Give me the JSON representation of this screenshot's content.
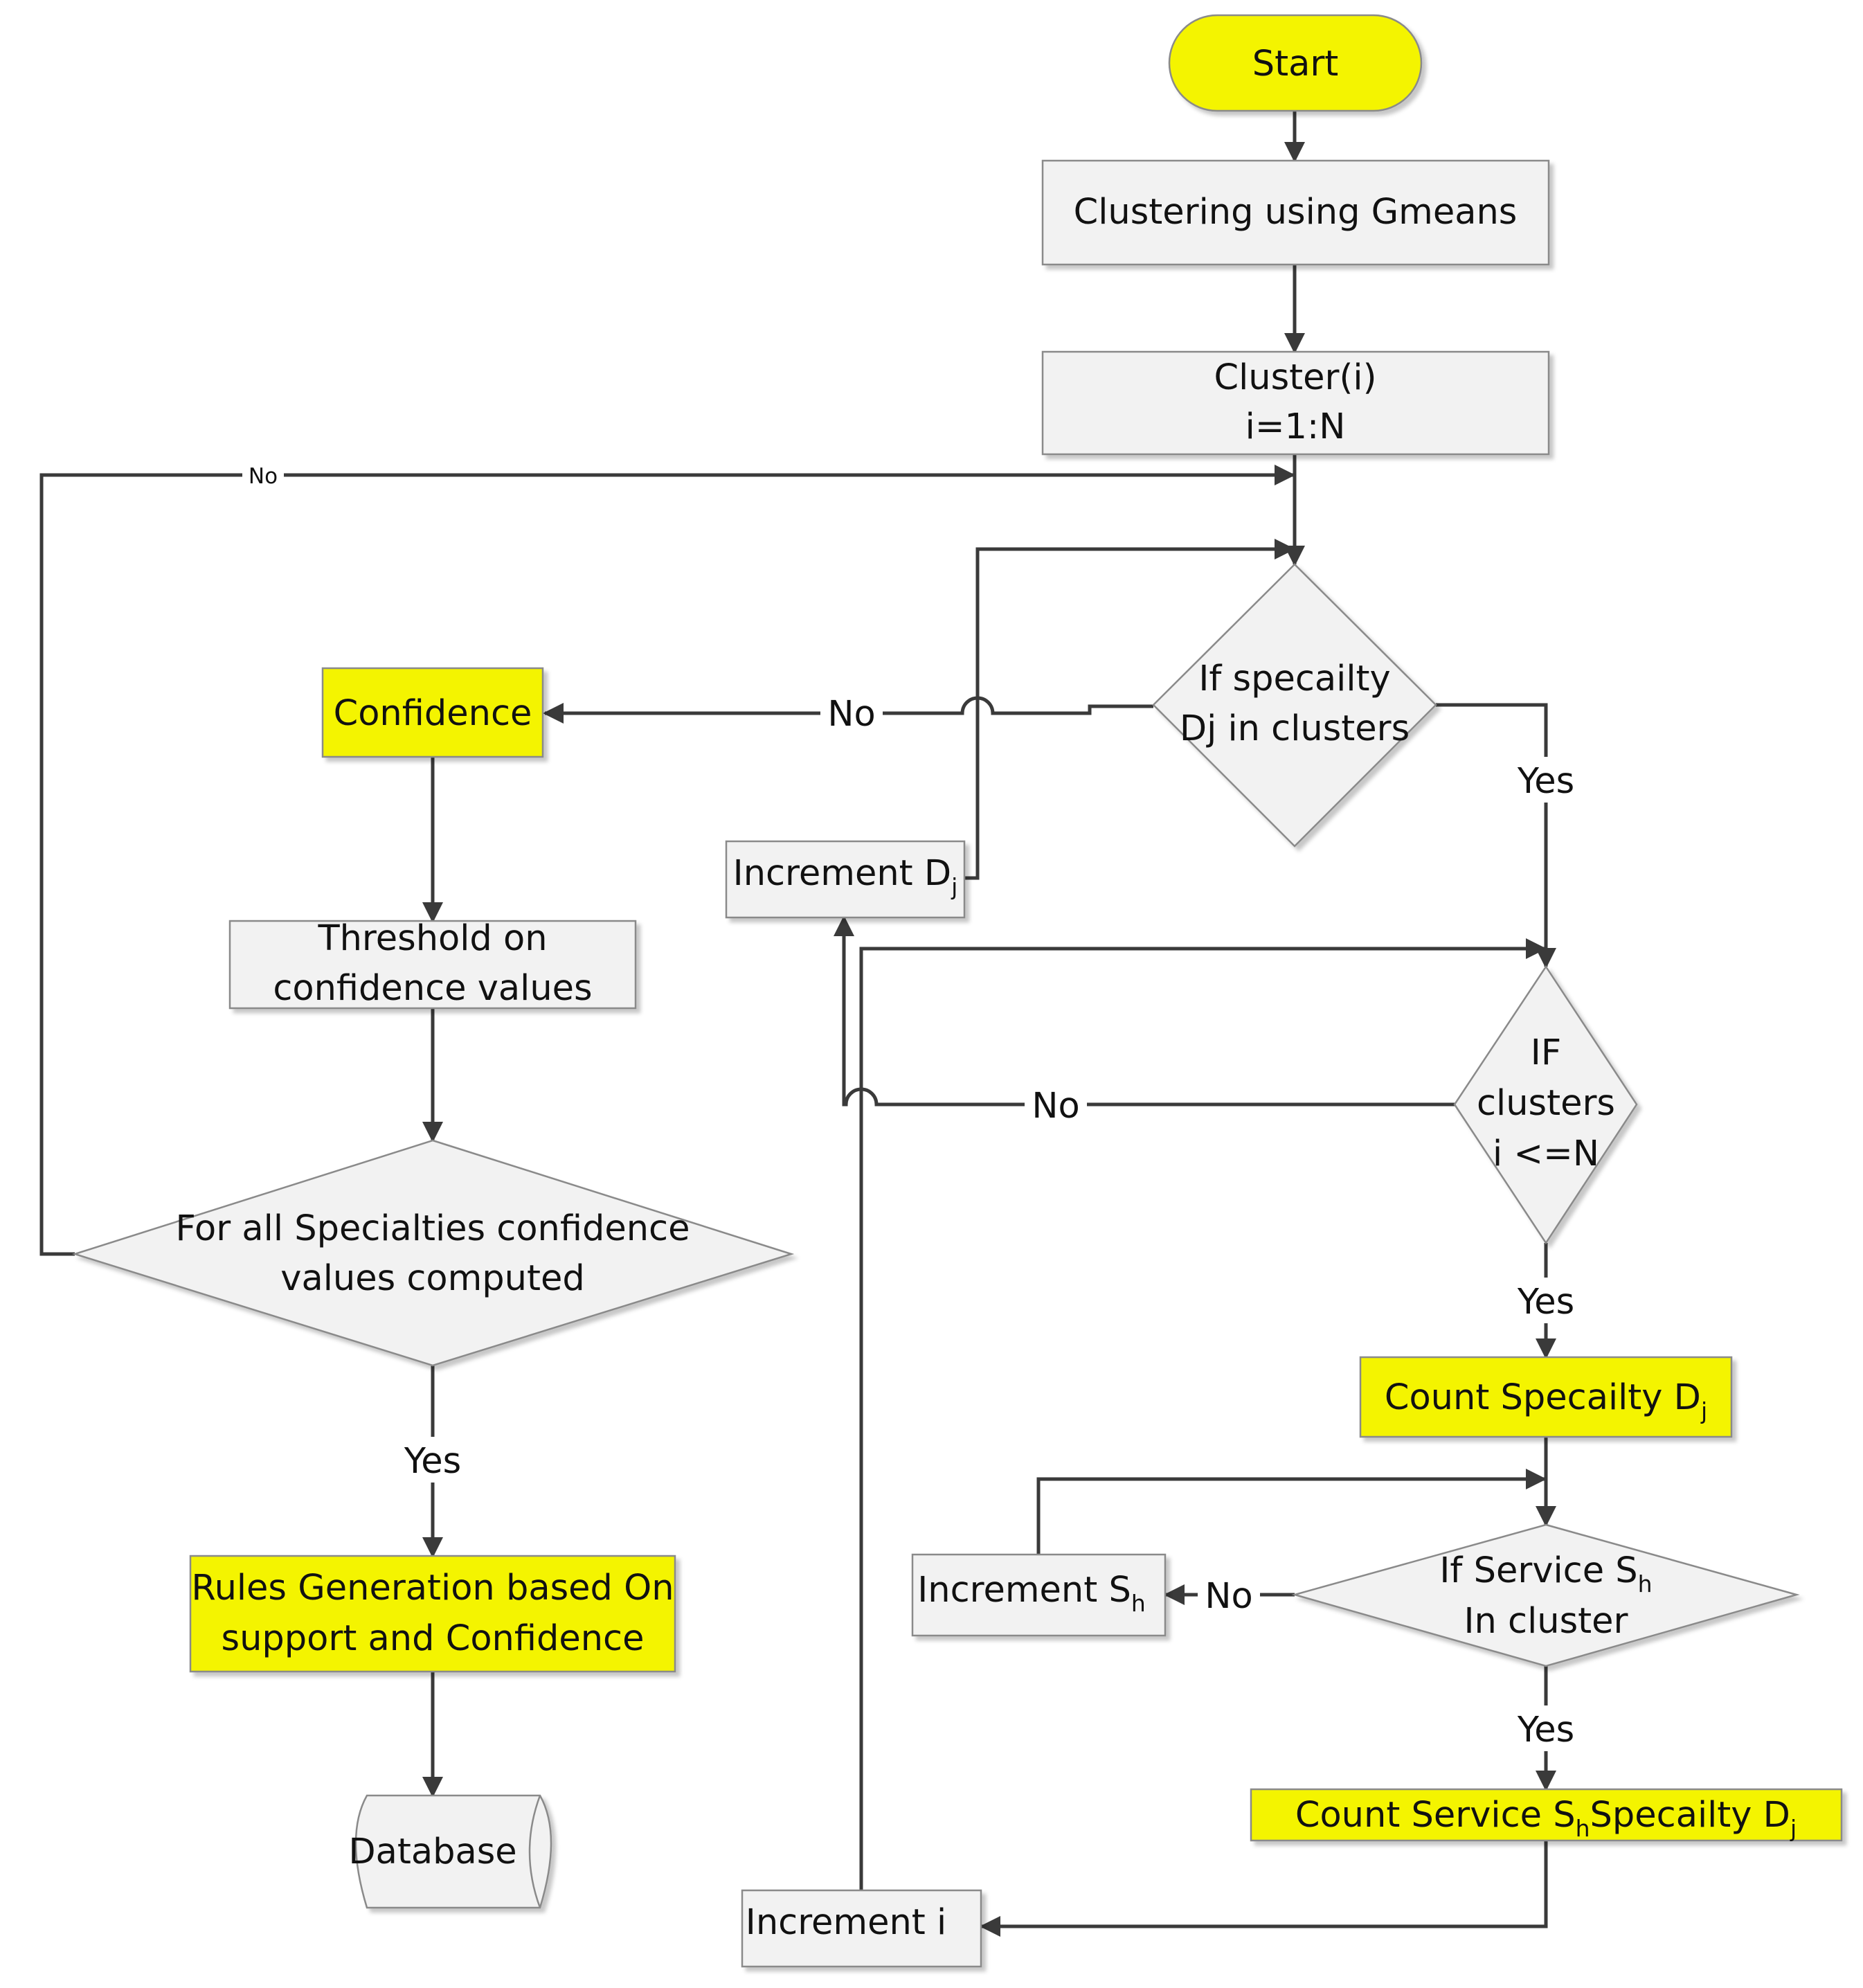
{
  "colors": {
    "highlight": "#f4f400",
    "process_fill": "#f2f2f2",
    "line": "#3a3a3a",
    "outline": "#8a8a8a"
  },
  "nodes": {
    "start": "Start",
    "clustering": "Clustering using Gmeans",
    "cluster_line1": "Cluster(i)",
    "cluster_line2": "i=1:N",
    "specialty_q_line1": "If specailty",
    "specialty_q_line2": "Dj in clusters",
    "confidence": "Confidence",
    "increment_d": "Increment D",
    "increment_d_sub": "j",
    "threshold_line1": "Threshold on",
    "threshold_line2": "confidence values",
    "clusters_q_line1": "IF",
    "clusters_q_line2": "clusters",
    "clusters_q_line3": "i <=N",
    "all_q_line1": "For all Specialties confidence",
    "all_q_line2": "values computed",
    "count_specialty": "Count Specailty D",
    "count_specialty_sub": "j",
    "increment_s": "Increment S",
    "increment_s_sub": "h",
    "service_q_line1": "If Service S",
    "service_q_line1_sub": "h",
    "service_q_line2": "In cluster",
    "rules_line1": "Rules Generation based On",
    "rules_line2": "support and Confidence",
    "count_service_a": "Count Service S",
    "count_service_a_sub": "h",
    "count_service_b": "Specailty D",
    "count_service_b_sub": "j",
    "database": "Database",
    "increment_i": "Increment i"
  },
  "edge_labels": {
    "no_top": "No",
    "no_confidence": "No",
    "yes_specialty": "Yes",
    "no_clusters": "No",
    "yes_clusters": "Yes",
    "yes_all": "Yes",
    "no_service": "No",
    "yes_service": "Yes"
  }
}
